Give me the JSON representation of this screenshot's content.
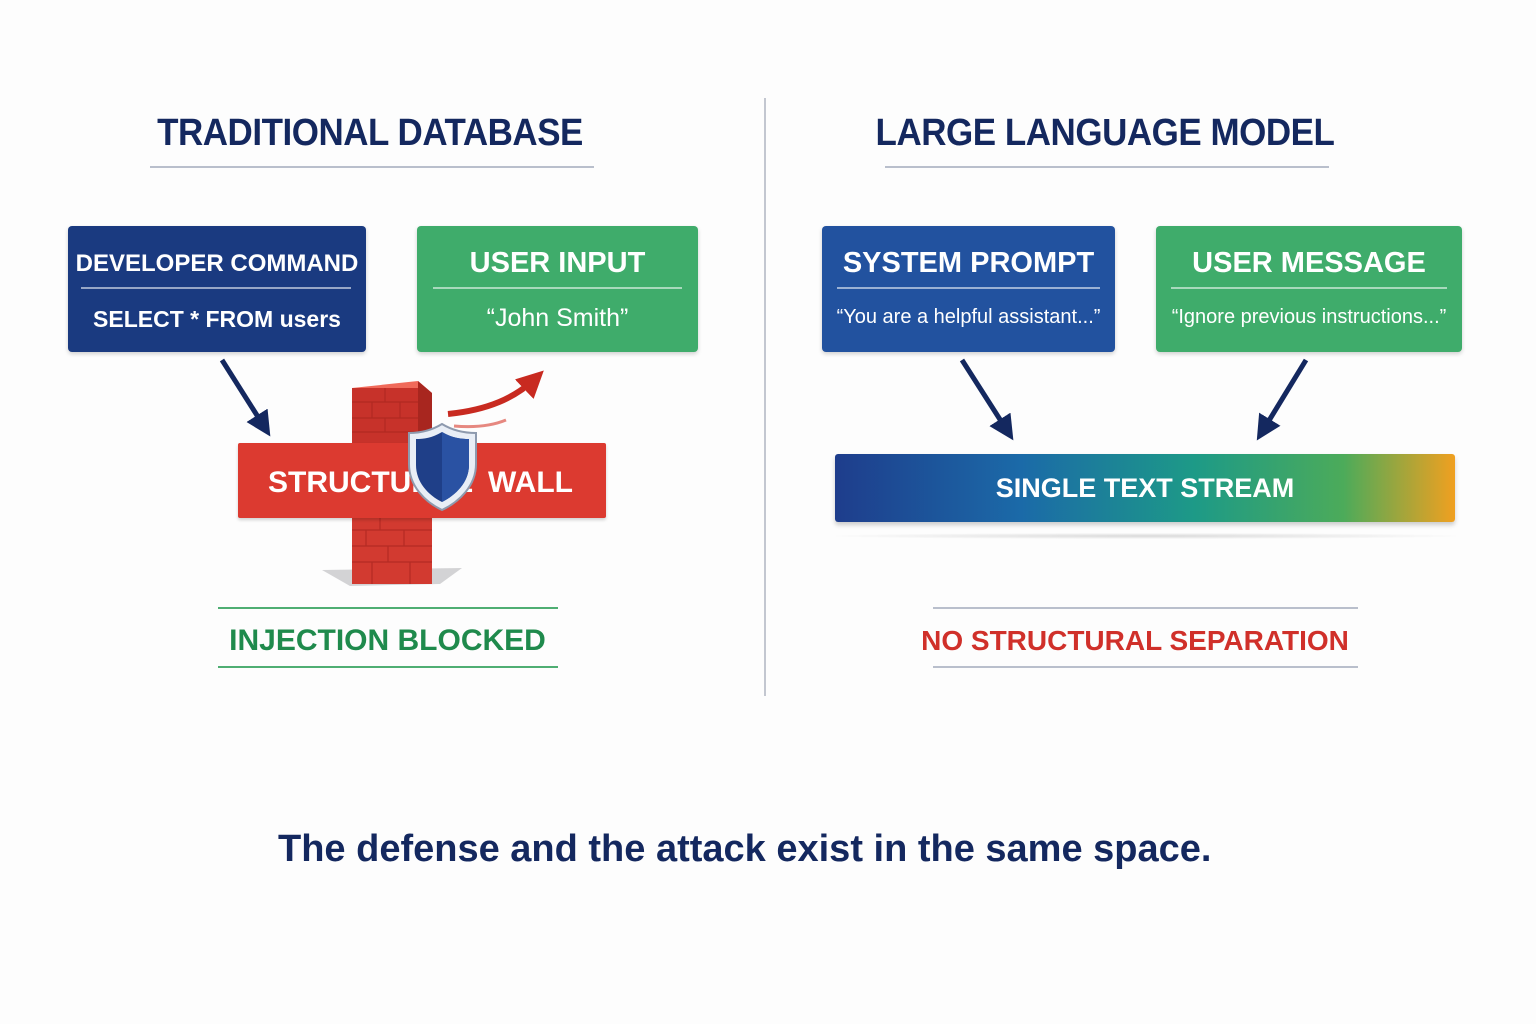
{
  "left": {
    "heading": "TRADITIONAL DATABASE",
    "developer_box": {
      "title": "DEVELOPER COMMAND",
      "subtitle": "SELECT * FROM users"
    },
    "user_box": {
      "title": "USER INPUT",
      "subtitle": "“John Smith”"
    },
    "wall_text_left": "STRUCTURAL",
    "wall_text_right": "WALL",
    "status": "INJECTION BLOCKED"
  },
  "right": {
    "heading": "LARGE LANGUAGE MODEL",
    "system_box": {
      "title": "SYSTEM PROMPT",
      "subtitle": "“You are a helpful assistant...”"
    },
    "user_box": {
      "title": "USER MESSAGE",
      "subtitle": "“Ignore previous instructions...”"
    },
    "stream_label": "SINGLE TEXT STREAM",
    "status": "NO STRUCTURAL SEPARATION"
  },
  "caption": "The defense and the attack exist in the same space.",
  "colors": {
    "navy": "#1a3a80",
    "blue": "#22529f",
    "green": "#3fac6b",
    "wall_red": "#dc3a30",
    "status_green": "#1f8a4c",
    "status_red": "#d0302a",
    "heading_navy": "#14285f"
  },
  "icons": [
    "arrow-icon",
    "curved-red-arrow-icon",
    "brick-pillar-icon",
    "shield-icon"
  ]
}
